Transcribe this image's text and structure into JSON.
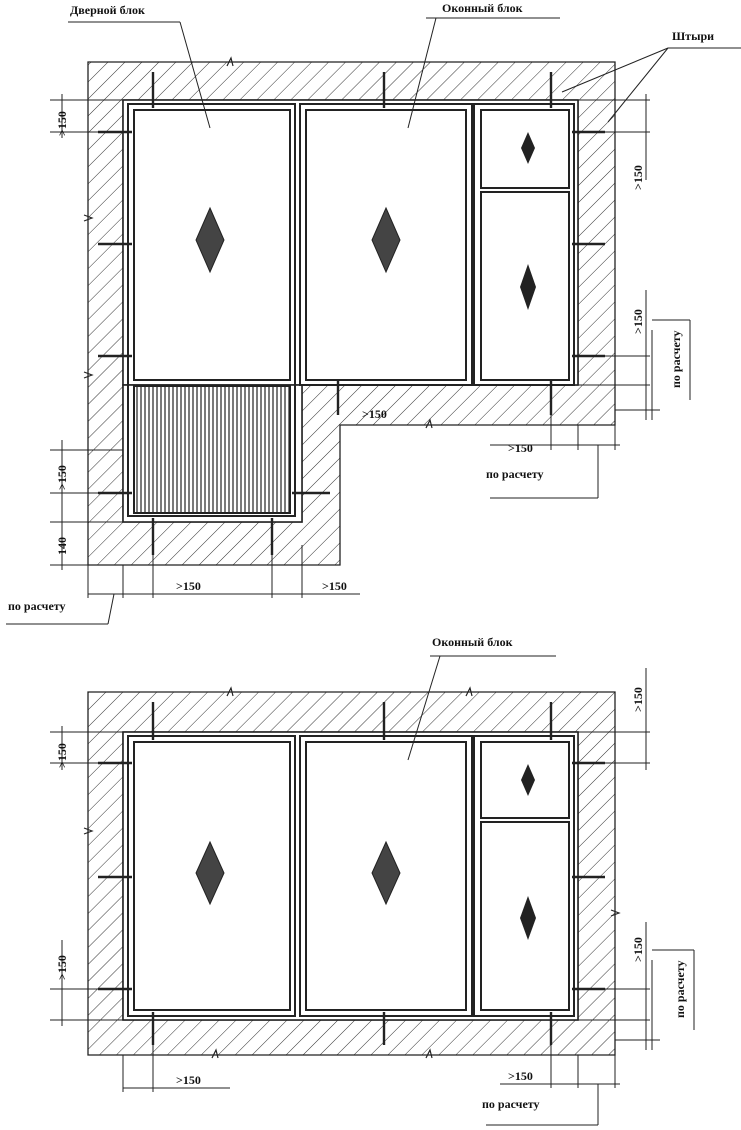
{
  "labels": {
    "door_block": "Дверной блок",
    "window_block": "Оконный блок",
    "pins": "Штыри",
    "calc": "по расчету",
    "gt150": ">150",
    "dim140": "140"
  },
  "colors": {
    "ink": "#1a1a1a",
    "hatch": "#333333",
    "background": "#ffffff"
  }
}
